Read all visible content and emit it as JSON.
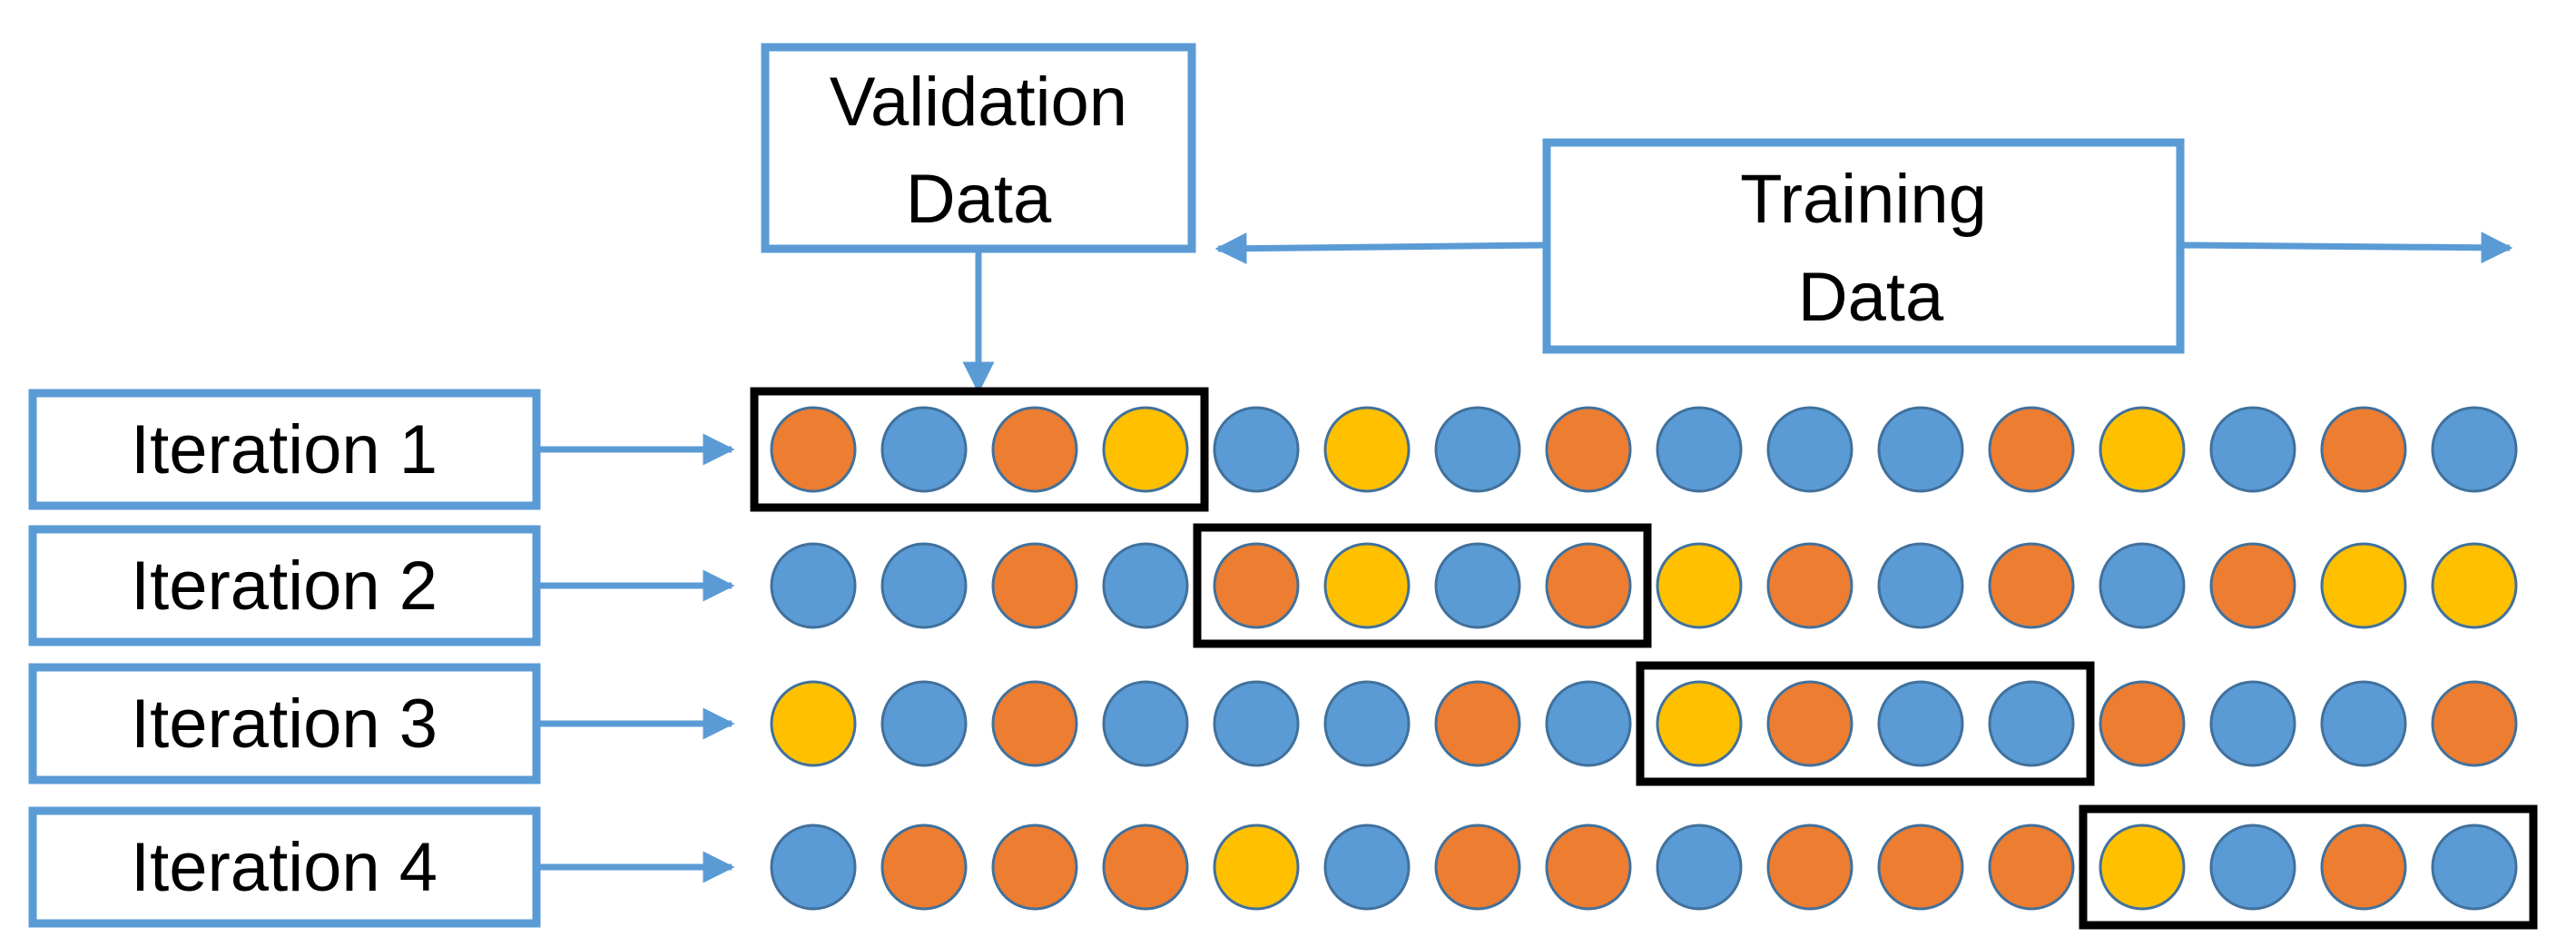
{
  "validation_label": [
    "Validation",
    "Data"
  ],
  "training_label": [
    "Training",
    "Data"
  ],
  "iterations": [
    {
      "label": "Iteration 1",
      "highlight_start": 0,
      "dots": [
        "orange",
        "blue",
        "orange",
        "yellow",
        "blue",
        "yellow",
        "blue",
        "orange",
        "blue",
        "blue",
        "blue",
        "orange",
        "yellow",
        "blue",
        "orange",
        "blue"
      ]
    },
    {
      "label": "Iteration 2",
      "highlight_start": 4,
      "dots": [
        "blue",
        "blue",
        "orange",
        "blue",
        "orange",
        "yellow",
        "blue",
        "orange",
        "yellow",
        "orange",
        "blue",
        "orange",
        "blue",
        "orange",
        "yellow",
        "yellow"
      ]
    },
    {
      "label": "Iteration 3",
      "highlight_start": 8,
      "dots": [
        "yellow",
        "blue",
        "orange",
        "blue",
        "blue",
        "blue",
        "orange",
        "blue",
        "yellow",
        "orange",
        "blue",
        "blue",
        "orange",
        "blue",
        "blue",
        "orange"
      ]
    },
    {
      "label": "Iteration 4",
      "highlight_start": 12,
      "dots": [
        "blue",
        "orange",
        "orange",
        "orange",
        "yellow",
        "blue",
        "orange",
        "orange",
        "blue",
        "orange",
        "orange",
        "orange",
        "yellow",
        "blue",
        "orange",
        "blue"
      ]
    }
  ],
  "highlight_size": 4,
  "colors": {
    "blue": "#5B9BD5",
    "orange": "#ED7D31",
    "yellow": "#FFC000",
    "box_border": "#5B9BD5",
    "highlight_border": "#000000"
  }
}
